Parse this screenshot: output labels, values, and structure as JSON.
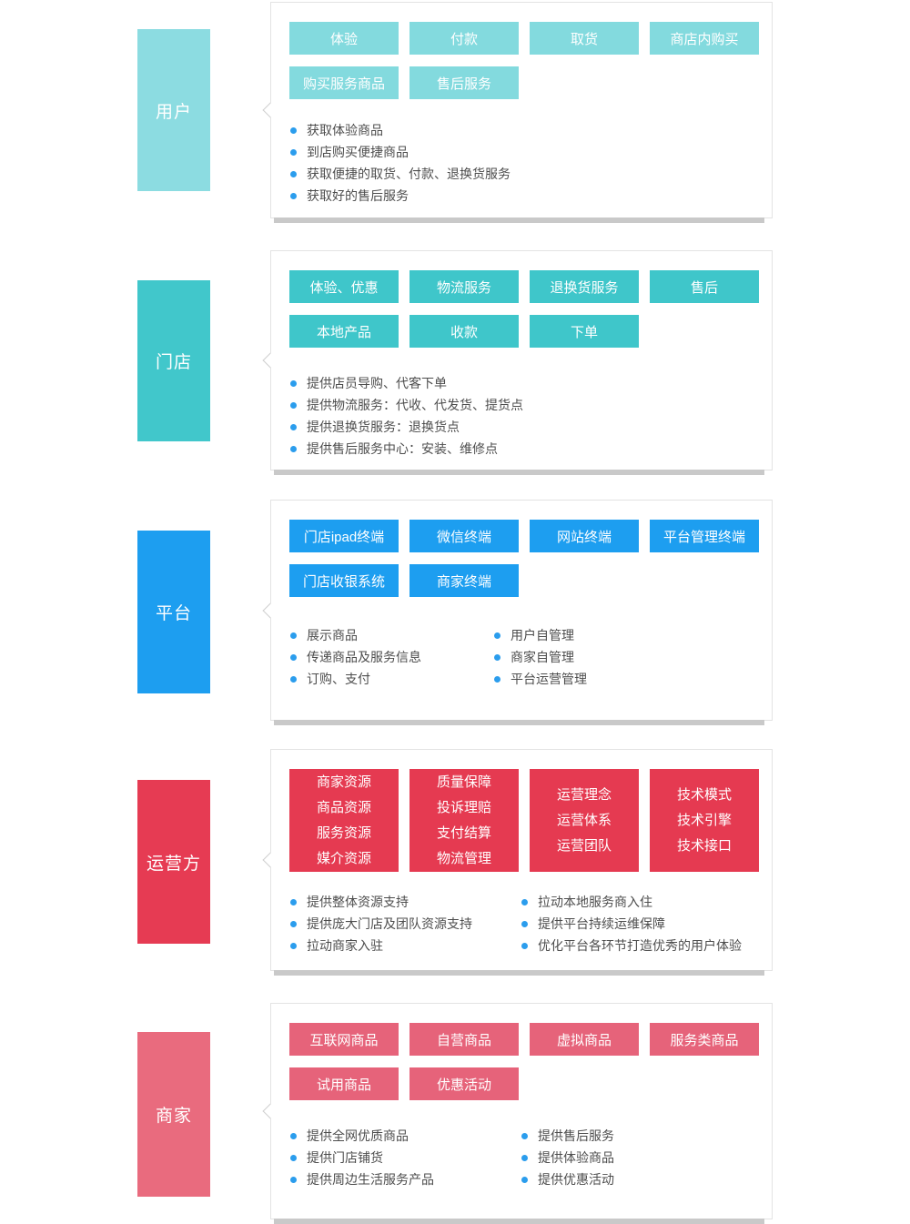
{
  "page": {
    "background": "#ffffff",
    "panel_border_color": "#e3e3e3",
    "panel_shadow_color": "#c9c9c9",
    "bullet_dot_color": "#2b9ded",
    "bullet_text_color": "#4d4d4d"
  },
  "sections": [
    {
      "id": "users",
      "label": "用户",
      "color": "#8cdce1",
      "tag_color": "#83dade",
      "tags": [
        "体验",
        "付款",
        "取货",
        "商店内购买",
        "购买服务商品",
        "售后服务"
      ],
      "bullets_col1": [
        "获取体验商品",
        "到店购买便捷商品",
        "获取便捷的取货、付款、退换货服务",
        "获取好的售后服务"
      ],
      "bullets_col2": []
    },
    {
      "id": "stores",
      "label": "门店",
      "color": "#41c7cb",
      "tag_color": "#3fc6ca",
      "tags": [
        "体验、优惠",
        "物流服务",
        "退换货服务",
        "售后",
        "本地产品",
        "收款",
        "下单"
      ],
      "bullets_col1": [
        "提供店员导购、代客下单",
        "提供物流服务：代收、代发货、提货点",
        "提供退换货服务：退换货点",
        "提供售后服务中心：安装、维修点"
      ],
      "bullets_col2": []
    },
    {
      "id": "platform",
      "label": "平台",
      "color": "#1d9ef0",
      "tag_color": "#1d9ef0",
      "tags": [
        "门店ipad终端",
        "微信终端",
        "网站终端",
        "平台管理终端",
        "门店收银系统",
        "商家终端"
      ],
      "bullets_col1": [
        "展示商品",
        "传递商品及服务信息",
        "订购、支付"
      ],
      "bullets_col2": [
        "用户自管理",
        "商家自管理",
        "平台运营管理"
      ]
    },
    {
      "id": "operator",
      "label": "运营方",
      "color": "#e63b53",
      "tag_color": "#e53a51",
      "blocks": [
        "商家资源\n商品资源\n服务资源\n媒介资源",
        "质量保障\n投诉理赔\n支付结算\n物流管理",
        "运营理念\n运营体系\n运营团队",
        "技术模式\n技术引擎\n技术接口"
      ],
      "bullets_col1": [
        "提供整体资源支持",
        "提供庞大门店及团队资源支持",
        "拉动商家入驻"
      ],
      "bullets_col2": [
        "拉动本地服务商入住",
        "提供平台持续运维保障",
        "优化平台各环节打造优秀的用户体验"
      ]
    },
    {
      "id": "merchants",
      "label": "商家",
      "color": "#e96b7e",
      "tag_color": "#e6637a",
      "tags": [
        "互联网商品",
        "自营商品",
        "虚拟商品",
        "服务类商品",
        "试用商品",
        "优惠活动"
      ],
      "bullets_col1": [
        "提供全网优质商品",
        "提供门店铺货",
        "提供周边生活服务产品"
      ],
      "bullets_col2": [
        "提供售后服务",
        "提供体验商品",
        "提供优惠活动"
      ]
    }
  ]
}
